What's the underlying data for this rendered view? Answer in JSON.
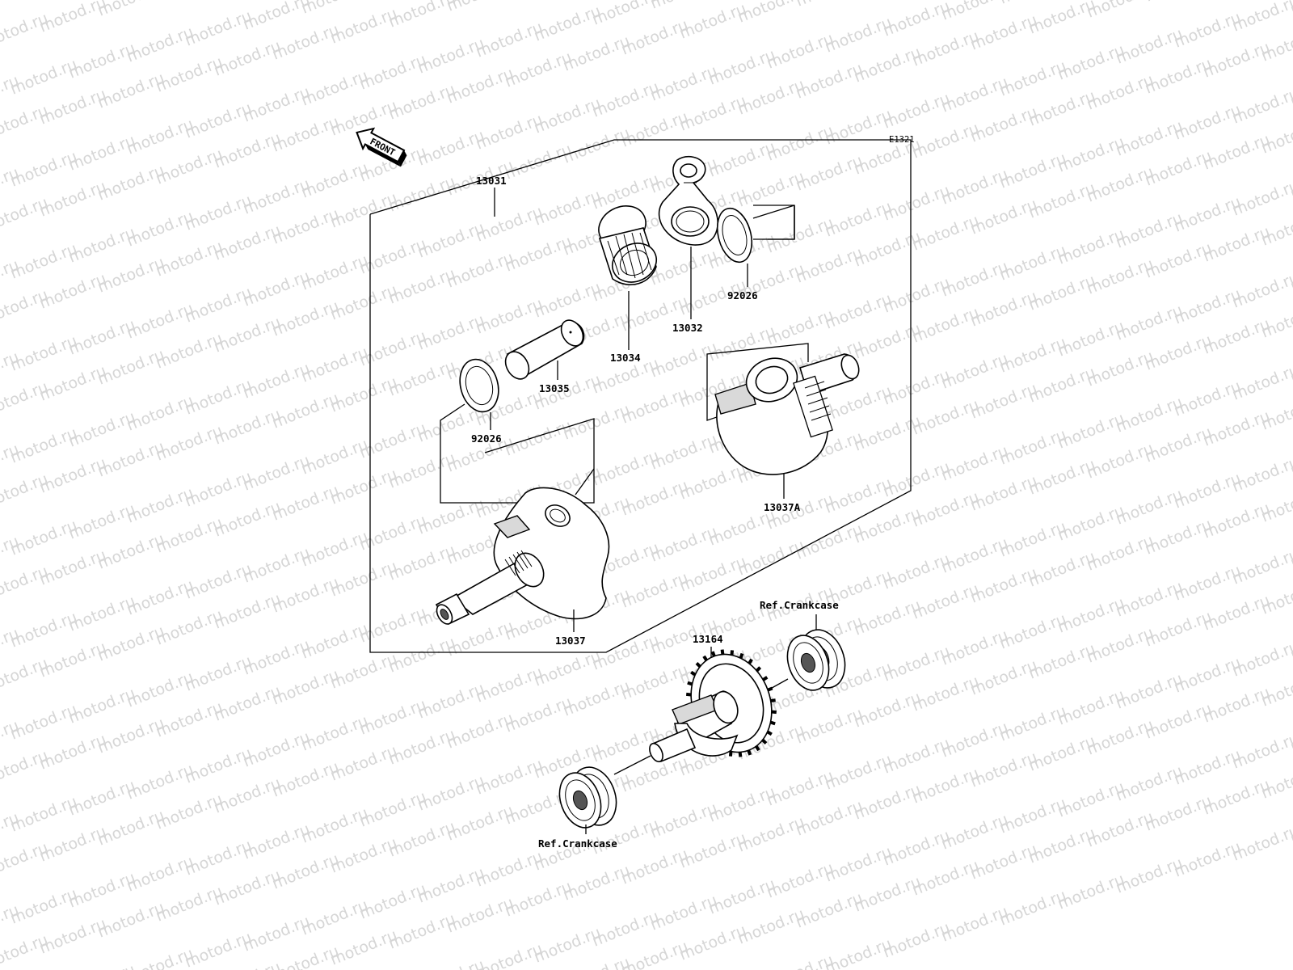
{
  "diagram": {
    "code": "E1321",
    "front_label": "FRONT",
    "parts": [
      {
        "id": "crankshaft-assy",
        "number": "13031"
      },
      {
        "id": "connecting-rod",
        "number": "13032"
      },
      {
        "id": "needle-bearing",
        "number": "13034"
      },
      {
        "id": "crank-pin",
        "number": "13035"
      },
      {
        "id": "washer-right",
        "number": "92026"
      },
      {
        "id": "washer-left",
        "number": "92026"
      },
      {
        "id": "crankshaft-left",
        "number": "13037"
      },
      {
        "id": "crankshaft-right",
        "number": "13037A"
      },
      {
        "id": "balancer-shaft",
        "number": "13164"
      },
      {
        "id": "bearing-upper-ref",
        "number": "Ref.Crankcase"
      },
      {
        "id": "bearing-lower-ref",
        "number": "Ref.Crankcase"
      }
    ],
    "watermark_text": "motod.ru"
  }
}
